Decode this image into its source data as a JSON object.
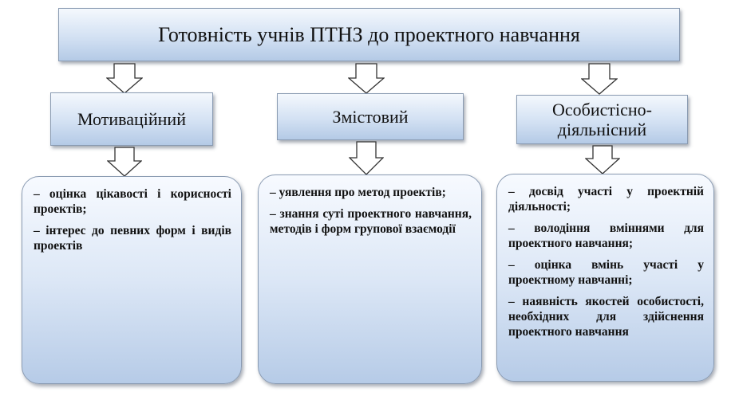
{
  "title": "Готовність учнів ПТНЗ до проектного навчання",
  "categories": [
    {
      "label": "Мотиваційний",
      "items": [
        "– оцінка цікавості і корисності проектів;",
        "– інтерес до певних форм і видів проектів"
      ]
    },
    {
      "label": "Змістовий",
      "items": [
        "– уявлення про метод проектів;",
        "– знання суті проектного навчання, методів і форм групової взаємодії"
      ]
    },
    {
      "label": "Особистісно-\nдіяльнісний",
      "items": [
        "– досвід участі у проектній діяльності;",
        "– володіння вміннями для проектного навчання;",
        "– оцінка вмінь участі у проектному навчанні;",
        "– наявність якостей особистості, необхідних для здійснення проектного навчання"
      ]
    }
  ],
  "colors": {
    "box_border": "#8a9bb2",
    "gradient_top": "#f4f8fd",
    "gradient_bottom": "#b4cae6",
    "arrow_fill": "#ffffff",
    "arrow_stroke": "#333333"
  }
}
